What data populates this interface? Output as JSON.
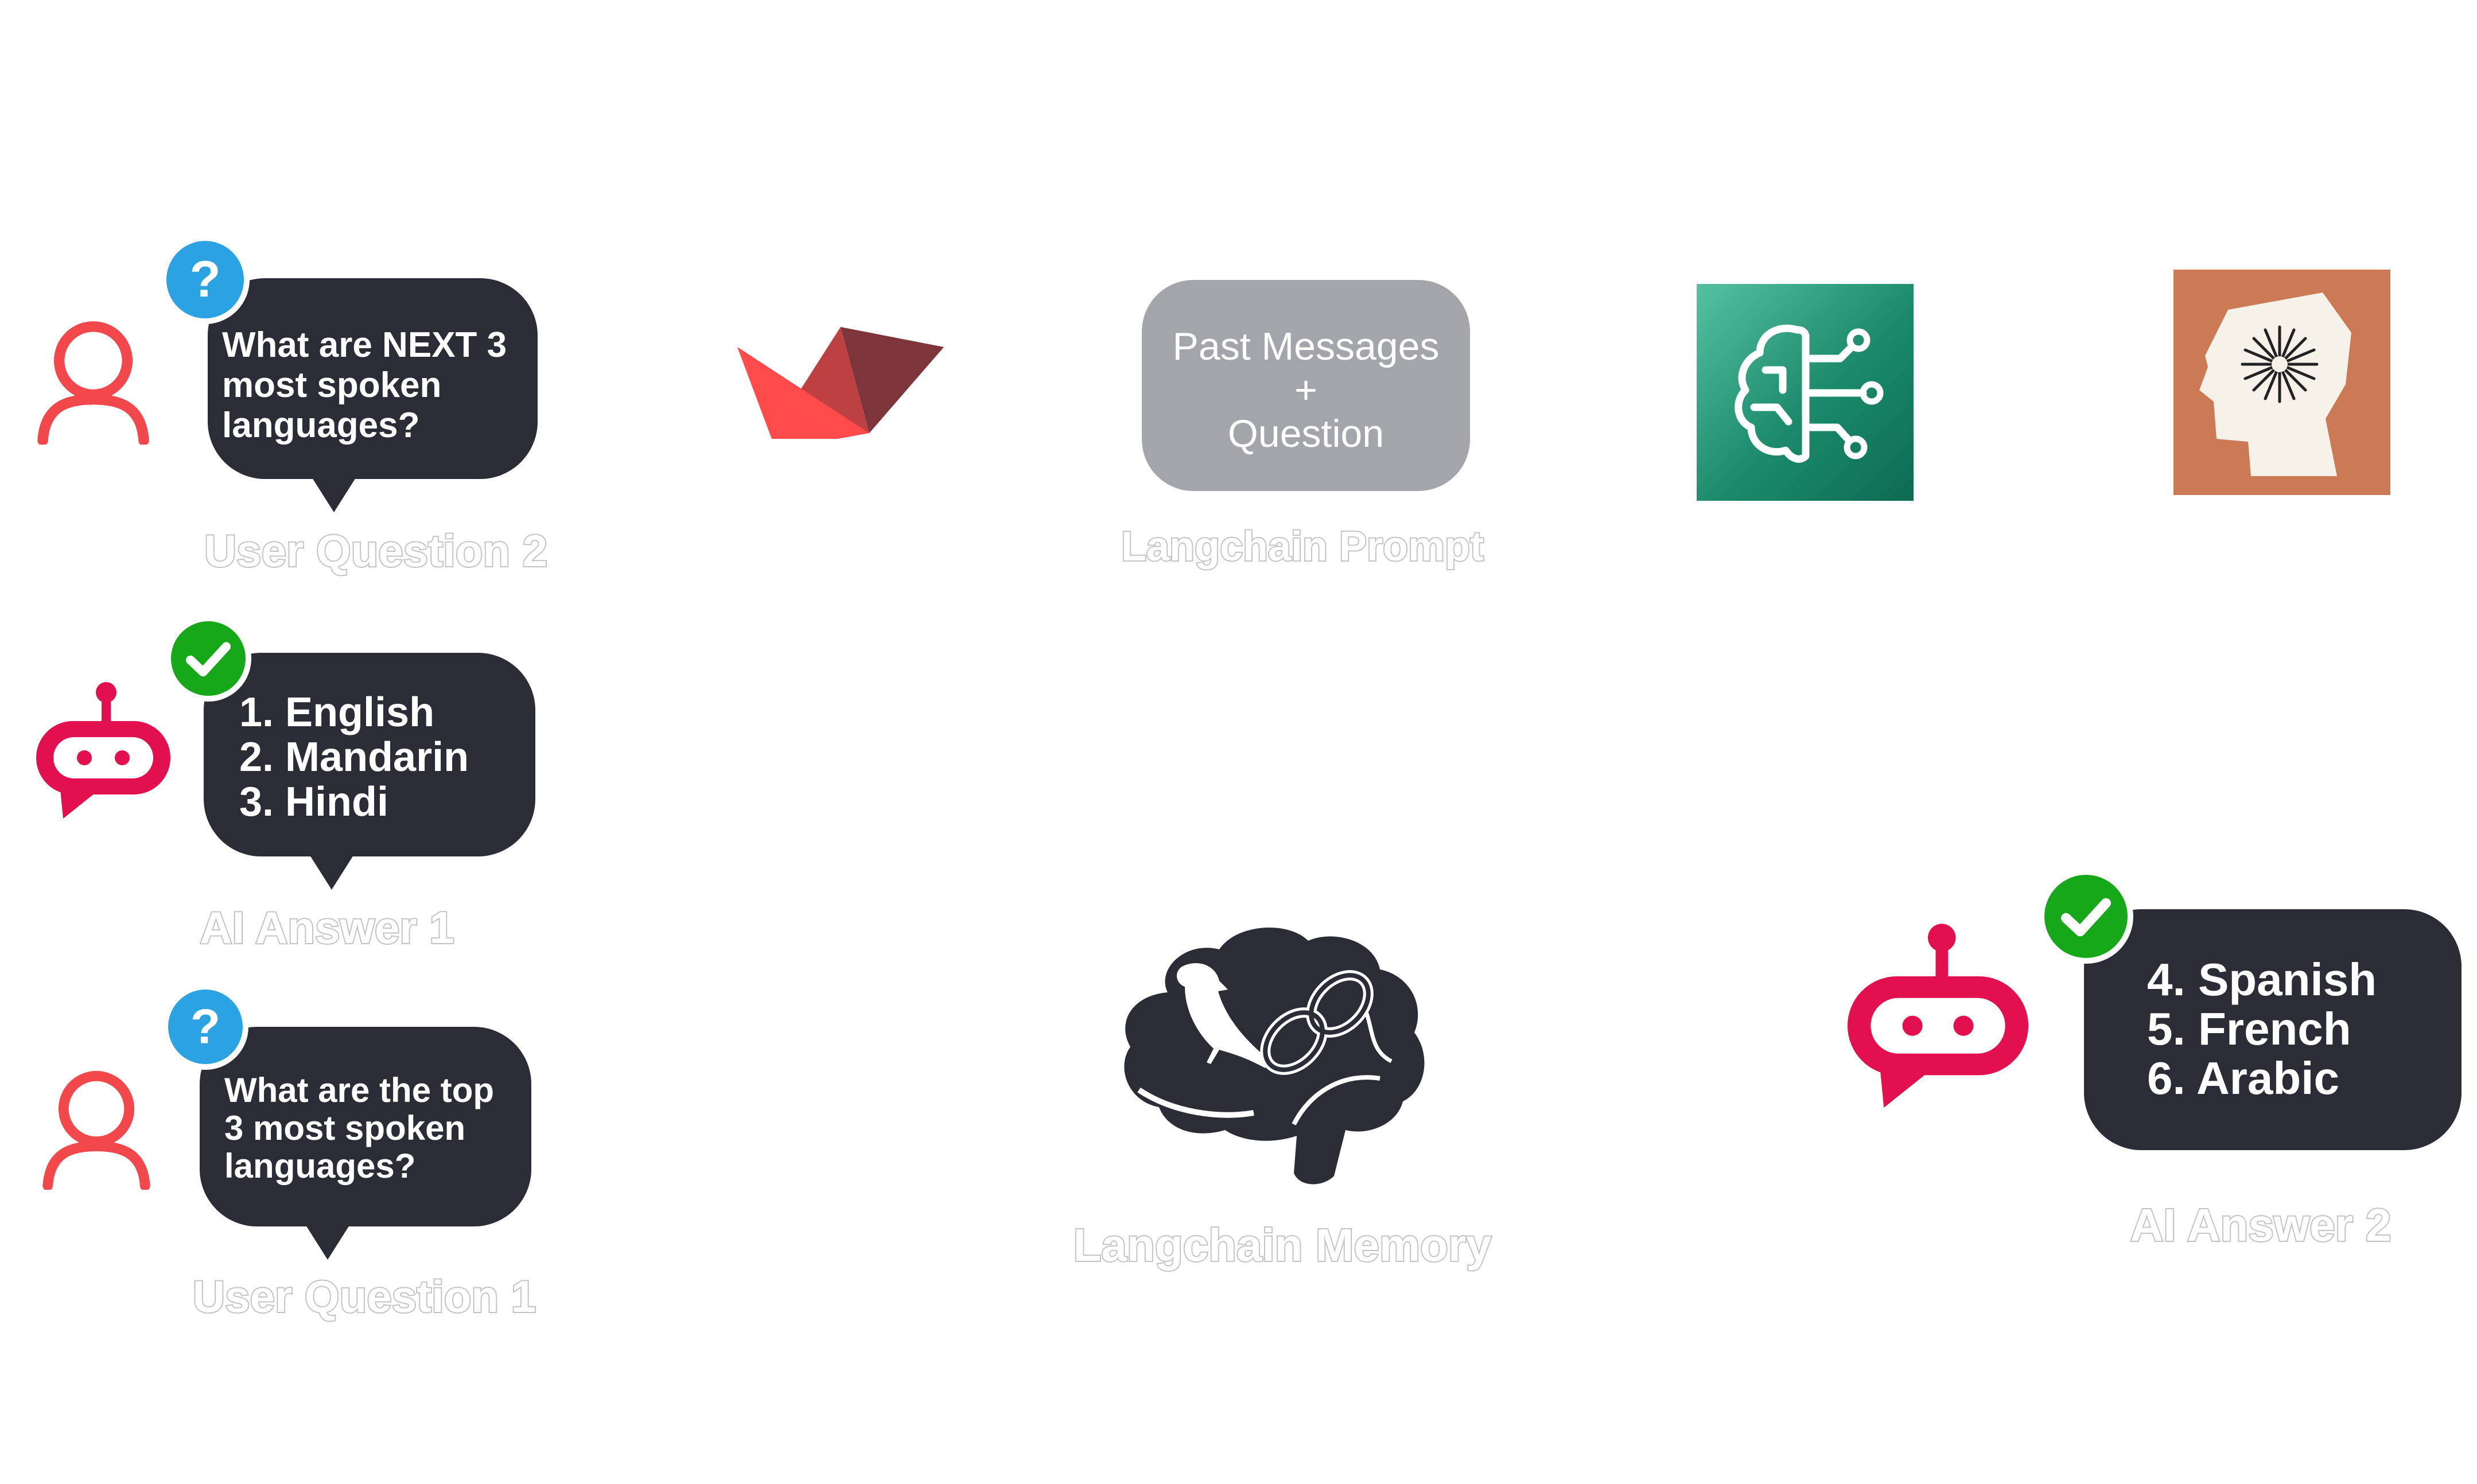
{
  "user_question_2": {
    "lines": [
      "What are NEXT 3",
      "most spoken",
      "languages?"
    ],
    "caption": "User Question 2"
  },
  "ai_answer_1": {
    "lines": [
      "1. English",
      "2. Mandarin",
      "3. Hindi"
    ],
    "caption": "AI Answer 1"
  },
  "user_question_1": {
    "lines": [
      "What are the top",
      "3 most spoken",
      "languages?"
    ],
    "caption": "User Question 1"
  },
  "langchain_prompt": {
    "lines": [
      "Past Messages",
      "+",
      "Question"
    ],
    "caption": "Langchain Prompt"
  },
  "langchain_memory": {
    "caption": "Langchain Memory"
  },
  "ai_answer_2": {
    "lines": [
      "4. Spanish",
      "5. French",
      "6. Arabic"
    ],
    "caption": "AI Answer 2"
  },
  "icons": {
    "user": "user-icon",
    "robot": "robot-icon",
    "question_badge": "question-mark-icon",
    "check_badge": "checkmark-icon",
    "streamlit": "streamlit-logo-icon",
    "openai": "openai-brain-circuit-icon",
    "anthropic": "anthropic-head-icon",
    "memory": "brain-parrot-chain-icon"
  },
  "colors": {
    "bubble": "#2b2c35",
    "user_icon": "#f2474b",
    "robot_icon": "#e3104f",
    "question_badge": "#2ba3e3",
    "check_badge": "#17a81a",
    "prompt_box": "#a4a5ab",
    "openai_bg": "#1b8a6b",
    "anthropic_bg": "#cc7a56",
    "caption_outline": "#c4c4c4"
  }
}
